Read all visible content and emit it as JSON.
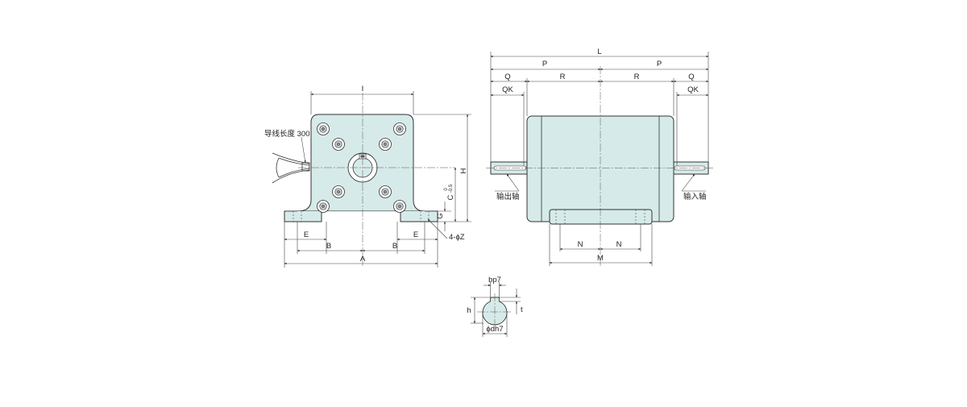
{
  "front_view": {
    "dims": {
      "I": "I",
      "H": "H",
      "C": "C",
      "C_tol_upper": "0",
      "C_tol_lower": "-0.5",
      "G": "G",
      "E_left": "E",
      "E_right": "E",
      "B_left": "B",
      "B_right": "B",
      "A": "A",
      "hole": "4-ϕZ"
    },
    "lead_label": "导线长度 300"
  },
  "side_view": {
    "dims": {
      "L": "L",
      "P_left": "P",
      "P_right": "P",
      "Q_left": "Q",
      "Q_right": "Q",
      "R_left": "R",
      "R_right": "R",
      "QK_left": "QK",
      "QK_right": "QK",
      "N_left": "N",
      "N_right": "N",
      "M": "M"
    },
    "output_shaft_label": "输出轴",
    "input_shaft_label": "输入轴"
  },
  "shaft_section": {
    "dims": {
      "b": "bp7",
      "h": "h",
      "t": "t",
      "d": "ϕdh7"
    }
  },
  "colors": {
    "body_fill": "#d6ebe9",
    "line": "#333333"
  }
}
